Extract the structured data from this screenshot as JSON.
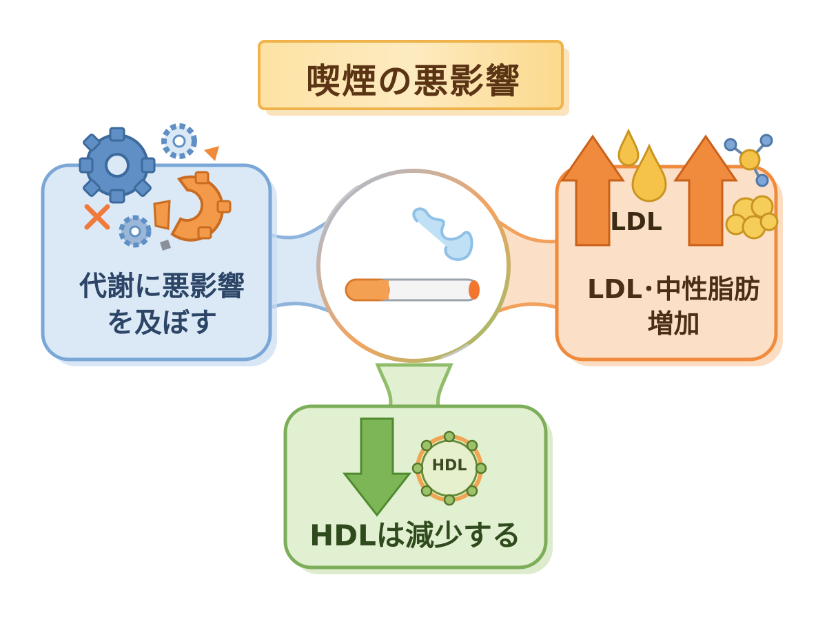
{
  "title": "喫煙の悪影響",
  "center": {
    "icon": "cigarette-with-smoke"
  },
  "panels": {
    "metabolism": {
      "text": "代謝に悪影響\nを及ぼす",
      "icons": [
        "gear-icon",
        "broken-gear-icon",
        "x-mark-icon"
      ],
      "color": "#dbe9f7"
    },
    "ldl": {
      "text": "LDL･中性脂肪\n増加",
      "tag": "LDL",
      "icons": [
        "arrow-up-icon",
        "oil-drop-icon",
        "molecule-icon",
        "fat-cluster-icon"
      ],
      "color": "#fbe0c7"
    },
    "hdl": {
      "text": "HDLは減少する",
      "tag": "HDL",
      "icons": [
        "arrow-down-icon",
        "hdl-particle-icon"
      ],
      "color": "#e2f0d2"
    }
  },
  "colors": {
    "blue": "#7aa7d6",
    "orange": "#f08a3c",
    "green": "#7cad58",
    "title_bg": "#fde7b1"
  }
}
